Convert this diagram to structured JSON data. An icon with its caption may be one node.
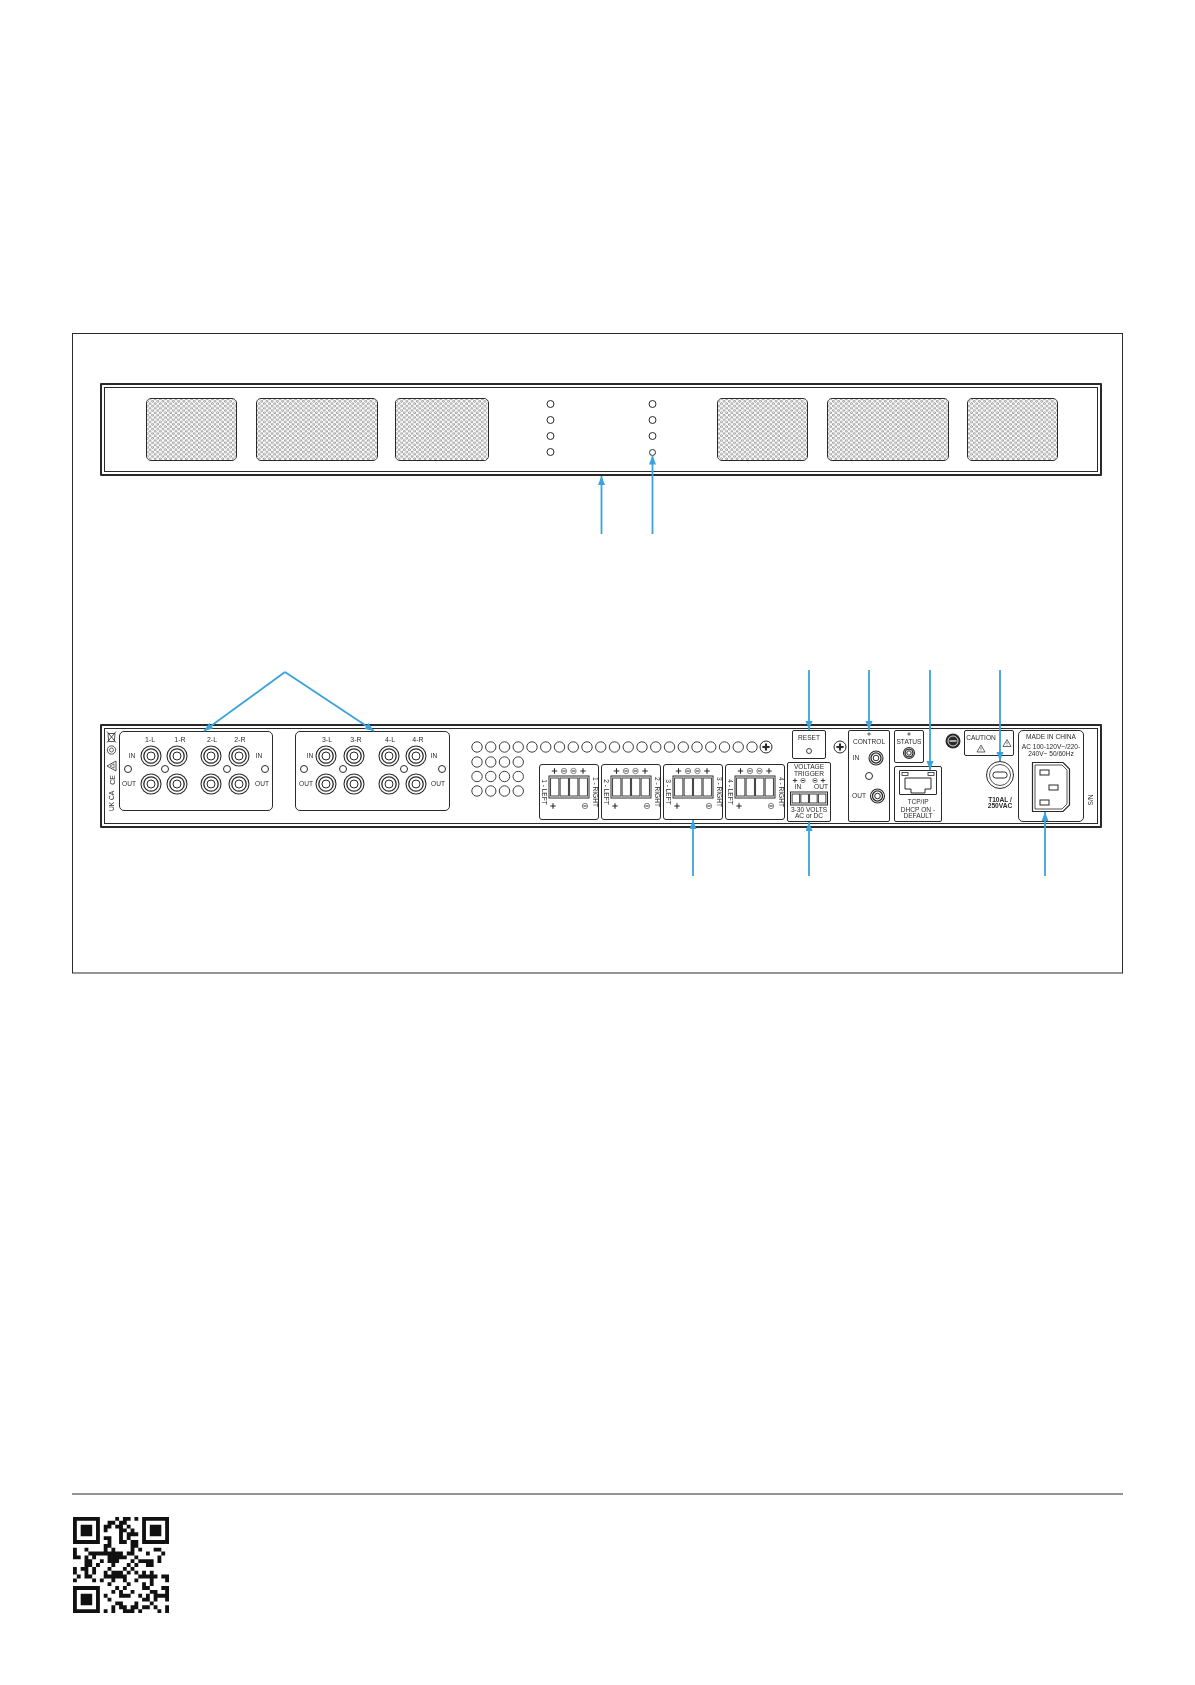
{
  "diagram": {
    "nodes": [
      {
        "text": [],
        "shape": "box"
      },
      {
        "text": [],
        "shape": "box",
        "in": 0
      },
      {
        "text": [],
        "shape": "box",
        "in": 0
      },
      {
        "text": [],
        "shape": "box",
        "in": 0
      },
      {
        "text": [],
        "shape": "circle",
        "in": 0
      },
      {
        "text": [],
        "shape": "box",
        "in": 0
      },
      {
        "text": [],
        "shape": "box",
        "in": 0
      },
      {
        "text": [],
        "shape": "box",
        "in": 0
      },
      {
        "text": [],
        "shape": "box"
      },
      {
        "text": [
          "1-L",
          "1-R",
          "2-L",
          "2-R",
          "IN",
          "IN",
          "OUT",
          "OUT"
        ],
        "in": 8
      },
      {
        "text": [
          "3-L",
          "3-R",
          "4-L",
          "4-R",
          "IN",
          "IN",
          "OUT",
          "OUT"
        ],
        "in": 8
      },
      {
        "text": [
          "1 - LEFT",
          "1 - RIGHT"
        ],
        "in": 8
      },
      {
        "text": [
          "2 - LEFT",
          "2 - RIGHT"
        ],
        "in": 8
      },
      {
        "text": [
          "3 - LEFT",
          "3 - RIGHT"
        ],
        "in": 8
      },
      {
        "text": [
          "4 - LEFT",
          "4 - RIGHT"
        ],
        "in": 8
      },
      {
        "text": [
          "RESET"
        ],
        "in": 8
      },
      {
        "text": [
          "VOLTAGE TRIGGER",
          "IN",
          "OUT",
          "3-30 VOLTS AC or DC"
        ],
        "in": 8
      },
      {
        "text": [
          "CONTROL",
          "IN",
          "OUT"
        ],
        "in": 8
      },
      {
        "text": [
          "STATUS"
        ],
        "in": 8
      },
      {
        "text": [
          "CAUTION"
        ],
        "in": 8
      },
      {
        "text": [
          "TCP/IP",
          "DHCP ON - DEFAULT"
        ],
        "in": 8
      },
      {
        "text": [],
        "shape": "box",
        "in": 20
      },
      {
        "text": [],
        "shape": "circle",
        "in": 8,
        "beside": [
          "T10AL / 250VAC"
        ]
      },
      {
        "text": [
          "MADE IN CHINA",
          "AC 100-120V~/220-240V~ 50/60Hz"
        ],
        "in": 8
      },
      {
        "text": [],
        "shape": "box",
        "in": 23
      }
    ],
    "edges": [
      {
        "from": null,
        "to": 0,
        "arrow": "to"
      },
      {
        "from": null,
        "to": 4,
        "arrow": "to"
      },
      {
        "from": null,
        "to": 9,
        "arrow": "to"
      },
      {
        "from": null,
        "to": 10,
        "arrow": "to"
      },
      {
        "from": null,
        "to": 15,
        "arrow": "to"
      },
      {
        "from": null,
        "to": 17,
        "arrow": "to"
      },
      {
        "from": null,
        "to": 21,
        "arrow": "to"
      },
      {
        "from": null,
        "to": 22,
        "arrow": "to"
      },
      {
        "from": null,
        "to": 13,
        "arrow": "to"
      },
      {
        "from": null,
        "to": 16,
        "arrow": "to"
      },
      {
        "from": null,
        "to": 24,
        "arrow": "to"
      }
    ],
    "labels": [
      "CE",
      "UK CA",
      "S/N"
    ]
  }
}
